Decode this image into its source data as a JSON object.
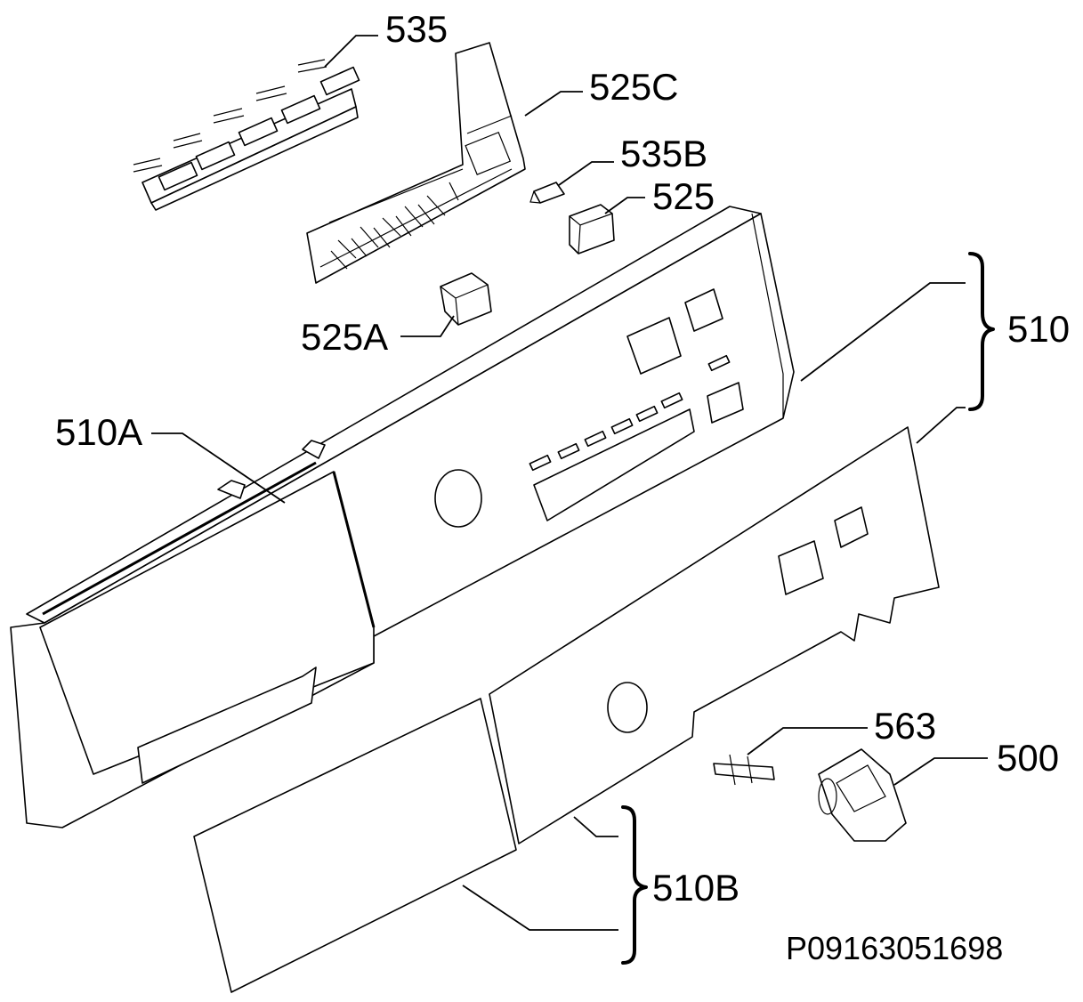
{
  "callouts": {
    "c535": "535",
    "c525C": "525C",
    "c535B": "535B",
    "c525": "525",
    "c525A": "525A",
    "c510": "510",
    "c510A": "510A",
    "c563": "563",
    "c500": "500",
    "c510B": "510B"
  },
  "drawing_code": "P09163051698"
}
